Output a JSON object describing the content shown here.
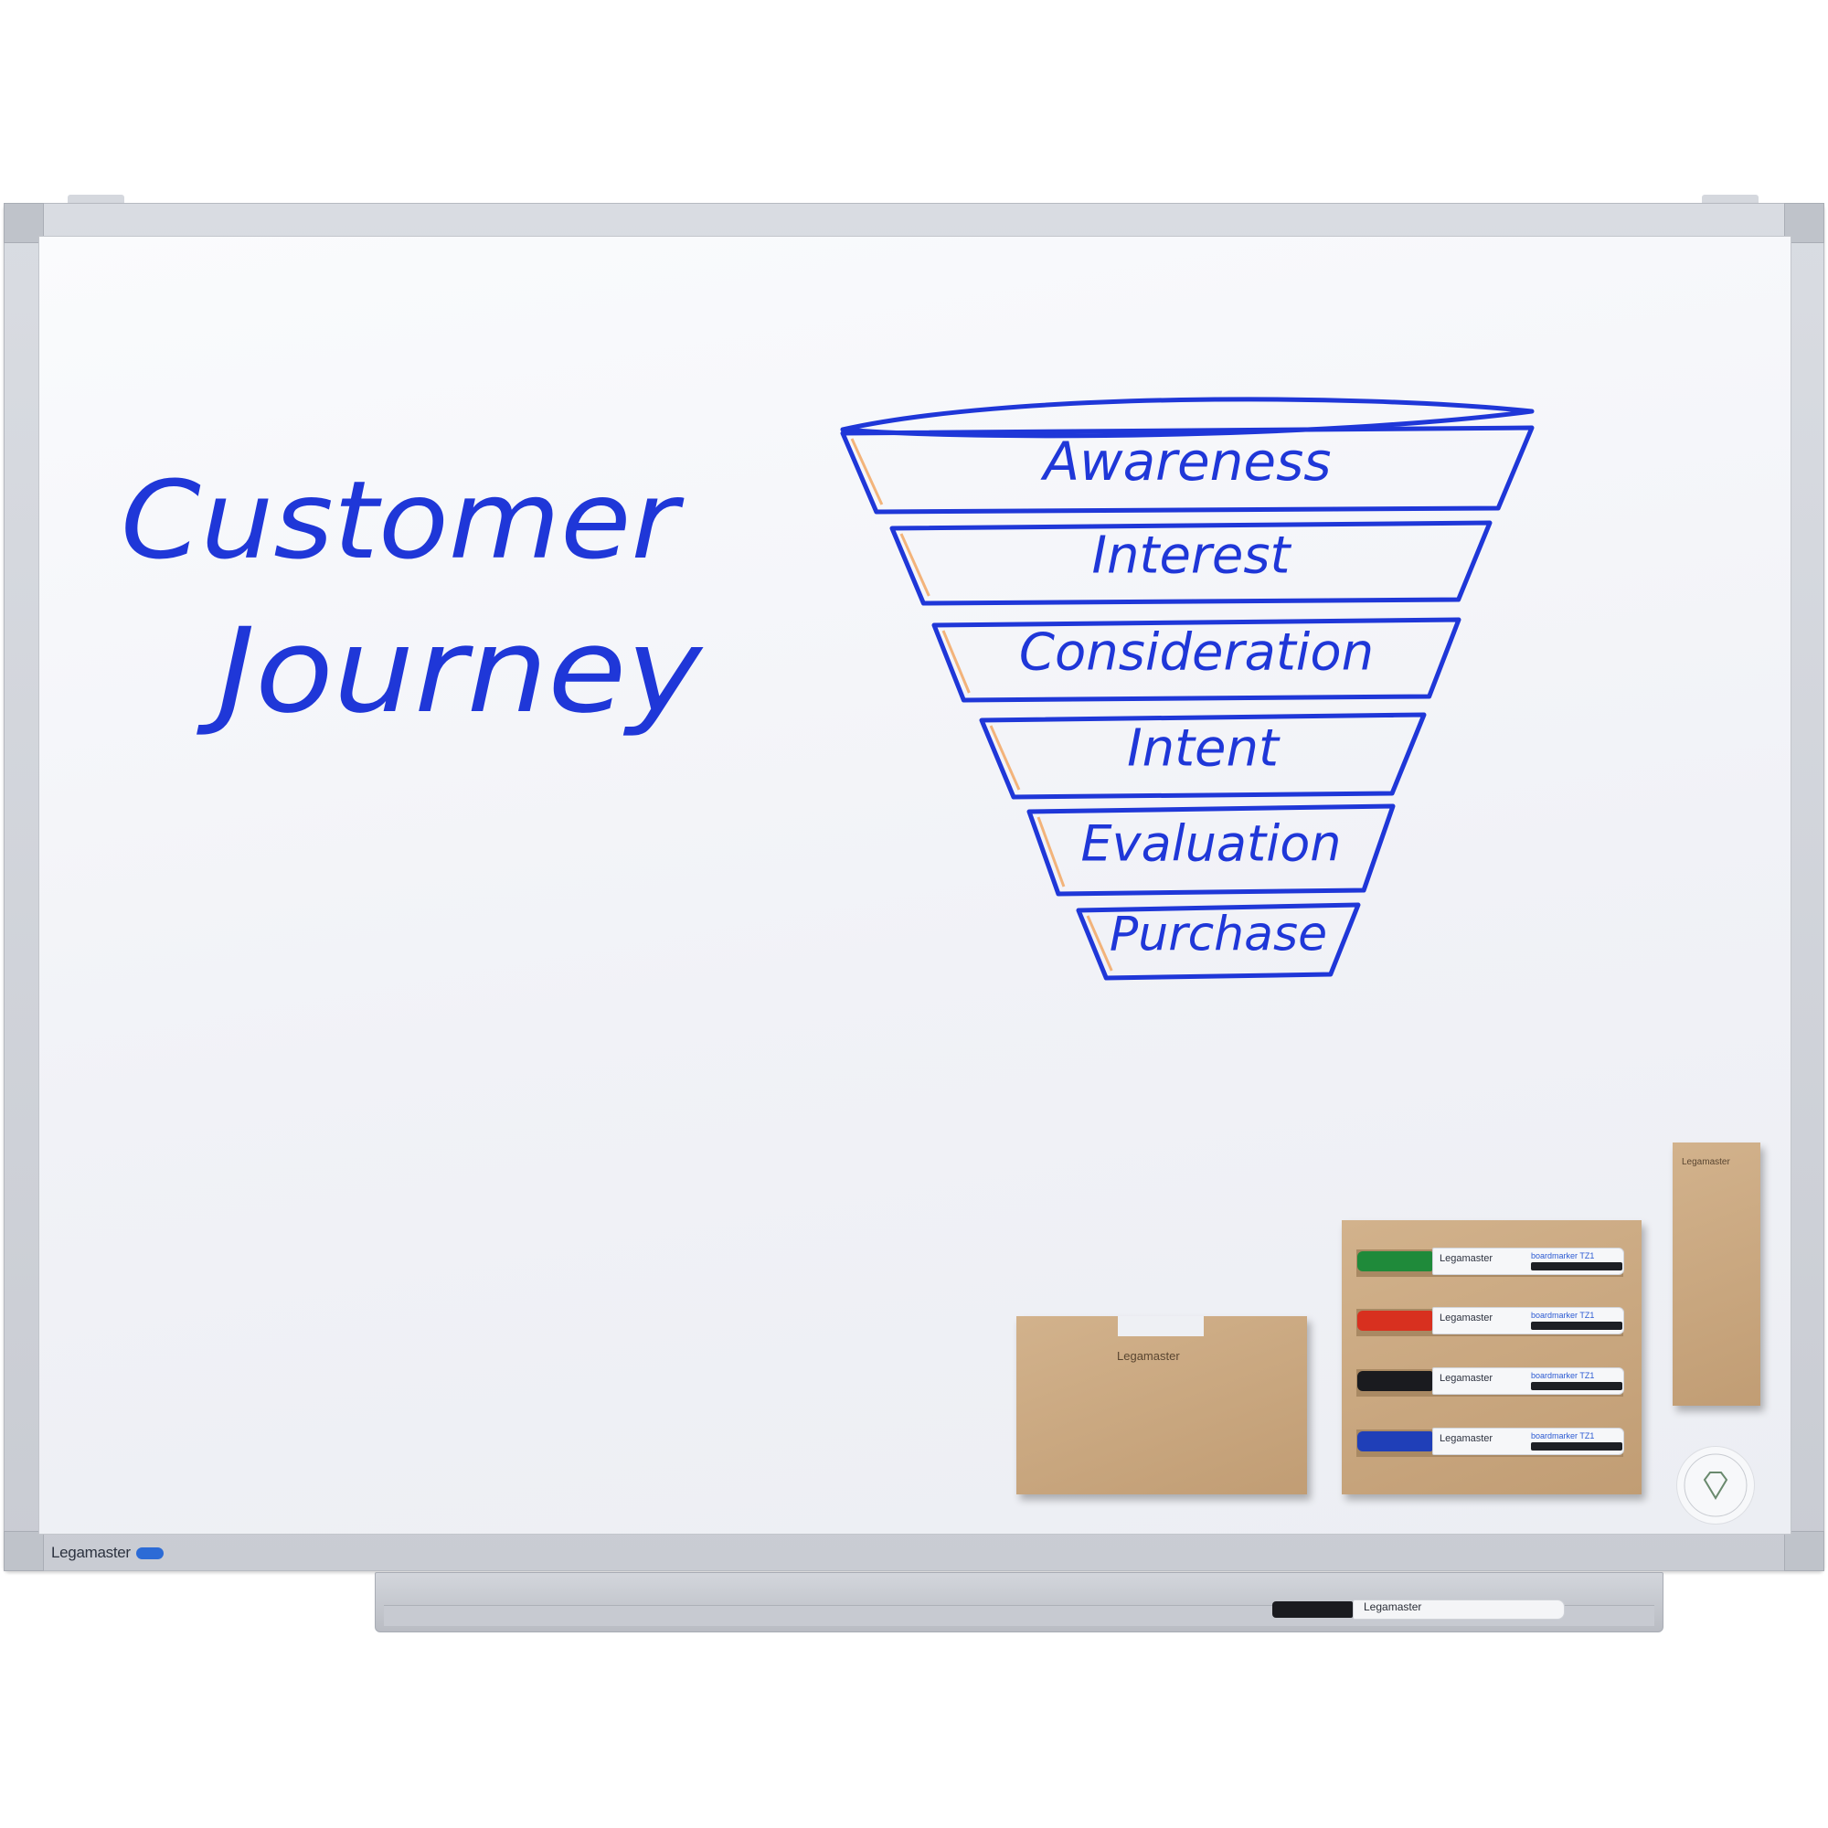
{
  "board": {
    "brand": "Legamaster"
  },
  "writing": {
    "title_line1": "Customer",
    "title_line2": "Journey",
    "funnel_stages": [
      "Awareness",
      "Interest",
      "Consideration",
      "Intent",
      "Evaluation",
      "Purchase"
    ]
  },
  "accessories": {
    "ledge_brand": "Legamaster",
    "eraser_brand": "Legamaster",
    "marker_brand": "Legamaster",
    "marker_model": "boardmarker TZ1",
    "pen_cap_colors": [
      "#1f8a3a",
      "#d8301f",
      "#1a1b1f",
      "#1f3fb8"
    ],
    "ink_color": "#1f37d8"
  }
}
